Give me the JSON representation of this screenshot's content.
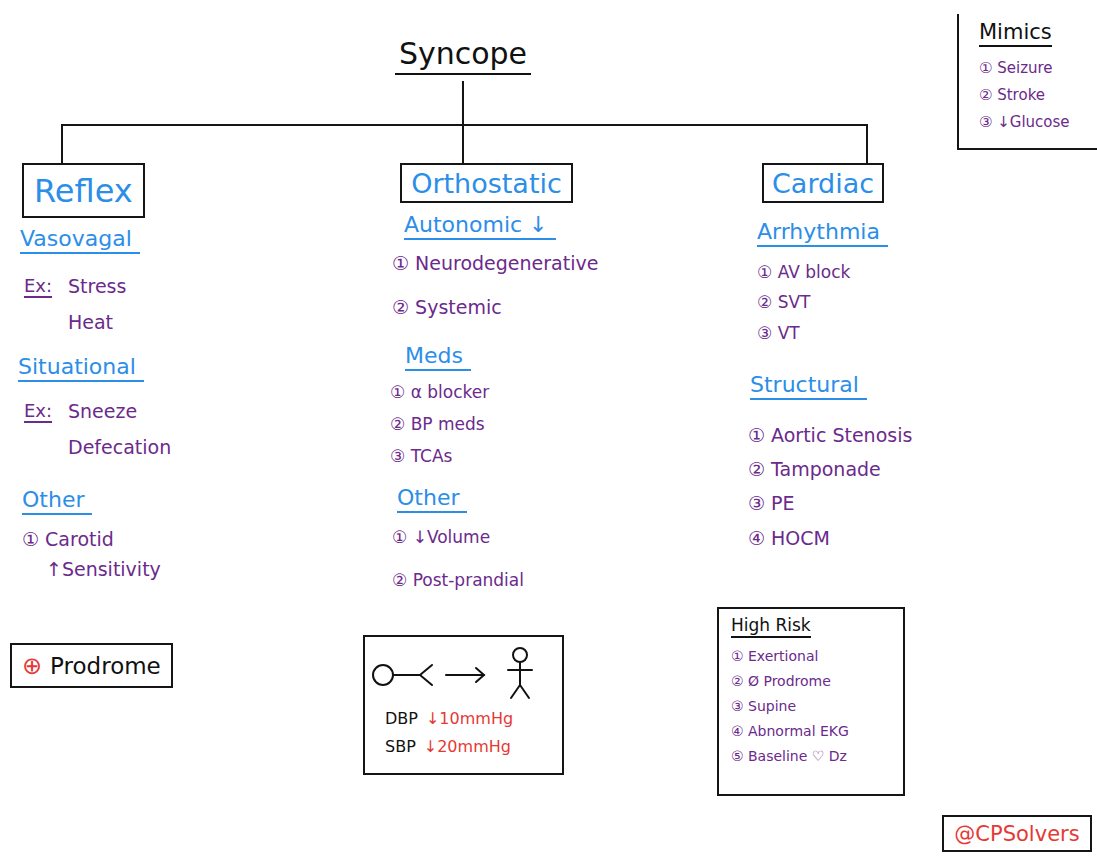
{
  "diagram": {
    "nodes": [
      {
        "text": [
          "Syncope"
        ]
      },
      {
        "text": [
          "Reflex"
        ]
      },
      {
        "text": [
          "Orthostatic"
        ]
      },
      {
        "text": [
          "Cardiac"
        ]
      },
      {
        "text": [
          "Mimics",
          "① Seizure",
          "② Stroke",
          "③ ↓Glucose"
        ]
      },
      {
        "text": [
          "⊕",
          "Prodrome"
        ]
      },
      {
        "text": [
          "DBP",
          "↓10mmHg",
          "SBP",
          "↓20mmHg"
        ]
      },
      {
        "text": [
          "High Risk",
          "① Exertional",
          "② Ø Prodrome",
          "③ Supine",
          "④ Abnormal EKG",
          "⑤ Baseline ♡ Dz"
        ]
      },
      {
        "text": [
          "@CPSolvers"
        ]
      }
    ],
    "edges": [
      {
        "from": 0,
        "to": 1,
        "arrow": "none"
      },
      {
        "from": 0,
        "to": 2,
        "arrow": "none"
      },
      {
        "from": 0,
        "to": 3,
        "arrow": "none"
      }
    ],
    "labels": [
      "Vasovagal",
      "Ex:",
      "Stress",
      "Heat",
      "Situational",
      "Ex:",
      "Sneeze",
      "Defecation",
      "Other",
      "① Carotid ↑Sensitivity",
      "Autonomic ↓",
      "① Neurodegenerative",
      "② Systemic",
      "Meds",
      "① α blocker",
      "② BP meds",
      "③ TCAs",
      "Other",
      "① ↓Volume",
      "② Post-prandial",
      "Arrhythmia",
      "① AV block",
      "② SVT",
      "③ VT",
      "Structural",
      "① Aortic Stenosis",
      "② Tamponade",
      "③ PE",
      "④ HOCM"
    ]
  }
}
